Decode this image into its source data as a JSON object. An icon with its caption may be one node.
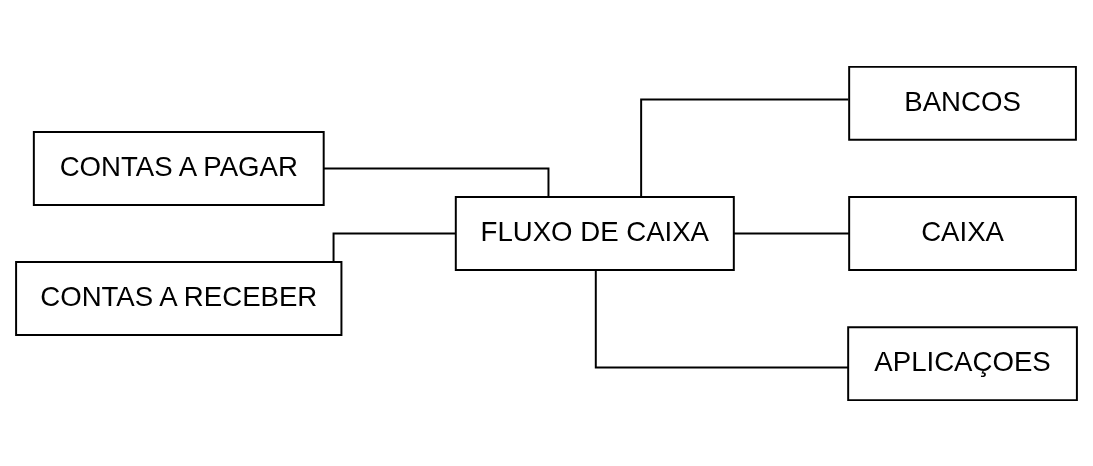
{
  "diagram": {
    "nodes": [
      {
        "text": [
          "CONTAS A PAGAR"
        ]
      },
      {
        "text": [
          "CONTAS A RECEBER"
        ]
      },
      {
        "text": [
          "FLUXO DE CAIXA"
        ]
      },
      {
        "text": [
          "BANCOS"
        ]
      },
      {
        "text": [
          "CAIXA"
        ]
      },
      {
        "text": [
          "APLICAÇOES"
        ]
      }
    ],
    "edges": [
      {
        "from": 0,
        "to": 2,
        "arrow": "none"
      },
      {
        "from": 1,
        "to": 2,
        "arrow": "none"
      },
      {
        "from": 2,
        "to": 3,
        "arrow": "none"
      },
      {
        "from": 2,
        "to": 4,
        "arrow": "none"
      },
      {
        "from": 2,
        "to": 5,
        "arrow": "none"
      }
    ]
  }
}
